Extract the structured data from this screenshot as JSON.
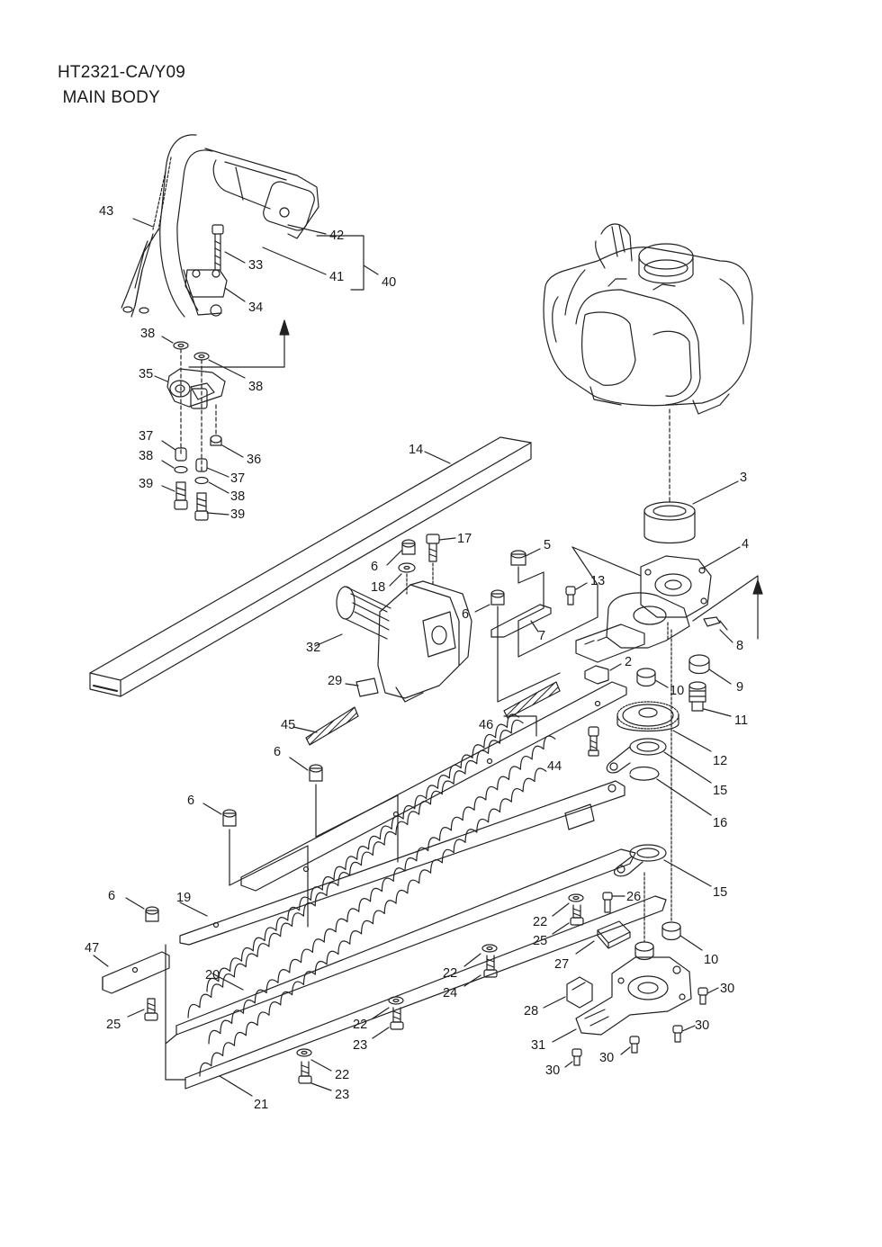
{
  "title": {
    "model": "HT2321-CA/Y09",
    "section": " MAIN BODY"
  },
  "parts": [
    {
      "id": "p43",
      "num": "43"
    },
    {
      "id": "p42",
      "num": "42"
    },
    {
      "id": "p40",
      "num": "40"
    },
    {
      "id": "p41",
      "num": "41"
    },
    {
      "id": "p33",
      "num": "33"
    },
    {
      "id": "p34",
      "num": "34"
    },
    {
      "id": "p38a",
      "num": "38"
    },
    {
      "id": "p38b",
      "num": "38"
    },
    {
      "id": "p35",
      "num": "35"
    },
    {
      "id": "p37a",
      "num": "37"
    },
    {
      "id": "p36",
      "num": "36"
    },
    {
      "id": "p38c",
      "num": "38"
    },
    {
      "id": "p37b",
      "num": "37"
    },
    {
      "id": "p39a",
      "num": "39"
    },
    {
      "id": "p38d",
      "num": "38"
    },
    {
      "id": "p39b",
      "num": "39"
    },
    {
      "id": "p14",
      "num": "14"
    },
    {
      "id": "p3",
      "num": "3"
    },
    {
      "id": "p17",
      "num": "17"
    },
    {
      "id": "p5",
      "num": "5"
    },
    {
      "id": "p4",
      "num": "4"
    },
    {
      "id": "p6a",
      "num": "6"
    },
    {
      "id": "p18",
      "num": "18"
    },
    {
      "id": "p13",
      "num": "13"
    },
    {
      "id": "p6b",
      "num": "6"
    },
    {
      "id": "p32",
      "num": "32"
    },
    {
      "id": "p7",
      "num": "7"
    },
    {
      "id": "p8",
      "num": "8"
    },
    {
      "id": "p2",
      "num": "2"
    },
    {
      "id": "p29",
      "num": "29"
    },
    {
      "id": "p10a",
      "num": "10"
    },
    {
      "id": "p9",
      "num": "9"
    },
    {
      "id": "p45",
      "num": "45"
    },
    {
      "id": "p46",
      "num": "46"
    },
    {
      "id": "p11",
      "num": "11"
    },
    {
      "id": "p6c",
      "num": "6"
    },
    {
      "id": "p44",
      "num": "44"
    },
    {
      "id": "p12",
      "num": "12"
    },
    {
      "id": "p15a",
      "num": "15"
    },
    {
      "id": "p6d",
      "num": "6"
    },
    {
      "id": "p16",
      "num": "16"
    },
    {
      "id": "p15b",
      "num": "15"
    },
    {
      "id": "p6e",
      "num": "6"
    },
    {
      "id": "p19",
      "num": "19"
    },
    {
      "id": "p26",
      "num": "26"
    },
    {
      "id": "p22a",
      "num": "22"
    },
    {
      "id": "p25a",
      "num": "25"
    },
    {
      "id": "p47",
      "num": "47"
    },
    {
      "id": "p27",
      "num": "27"
    },
    {
      "id": "p10b",
      "num": "10"
    },
    {
      "id": "p20",
      "num": "20"
    },
    {
      "id": "p22b",
      "num": "22"
    },
    {
      "id": "p24",
      "num": "24"
    },
    {
      "id": "p30a",
      "num": "30"
    },
    {
      "id": "p25b",
      "num": "25"
    },
    {
      "id": "p28",
      "num": "28"
    },
    {
      "id": "p22c",
      "num": "22"
    },
    {
      "id": "p30b",
      "num": "30"
    },
    {
      "id": "p23a",
      "num": "23"
    },
    {
      "id": "p31",
      "num": "31"
    },
    {
      "id": "p30c",
      "num": "30"
    },
    {
      "id": "p30d",
      "num": "30"
    },
    {
      "id": "p22d",
      "num": "22"
    },
    {
      "id": "p23b",
      "num": "23"
    },
    {
      "id": "p21",
      "num": "21"
    }
  ]
}
